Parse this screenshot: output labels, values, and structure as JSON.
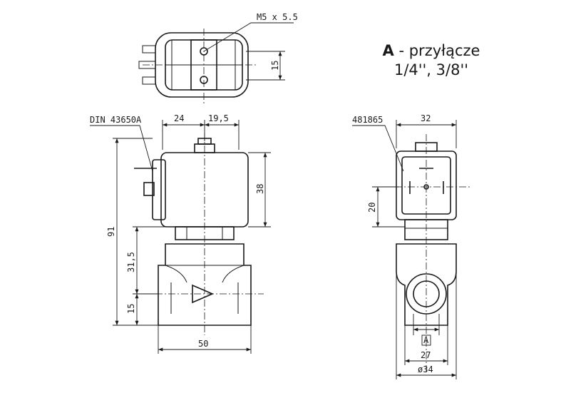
{
  "legend": {
    "port_letter": "A",
    "port_text": " - przyłącze",
    "port_sizes": "1/4'', 3/8''"
  },
  "top_view": {
    "screw_label": "M5 x 5.5",
    "dim_height": "15"
  },
  "side_view": {
    "connector_label": "DIN 43650A",
    "dim_top_left": "24",
    "dim_top_right": "19,5",
    "dim_coil": "38",
    "dim_total": "91",
    "dim_body": "31,5",
    "dim_port": "15",
    "dim_width": "50"
  },
  "front_view": {
    "connector_label": "481865",
    "dim_top": "32",
    "dim_connector": "20",
    "port_marker": "A",
    "dim_inner": "27",
    "dim_outer": "ø34"
  }
}
